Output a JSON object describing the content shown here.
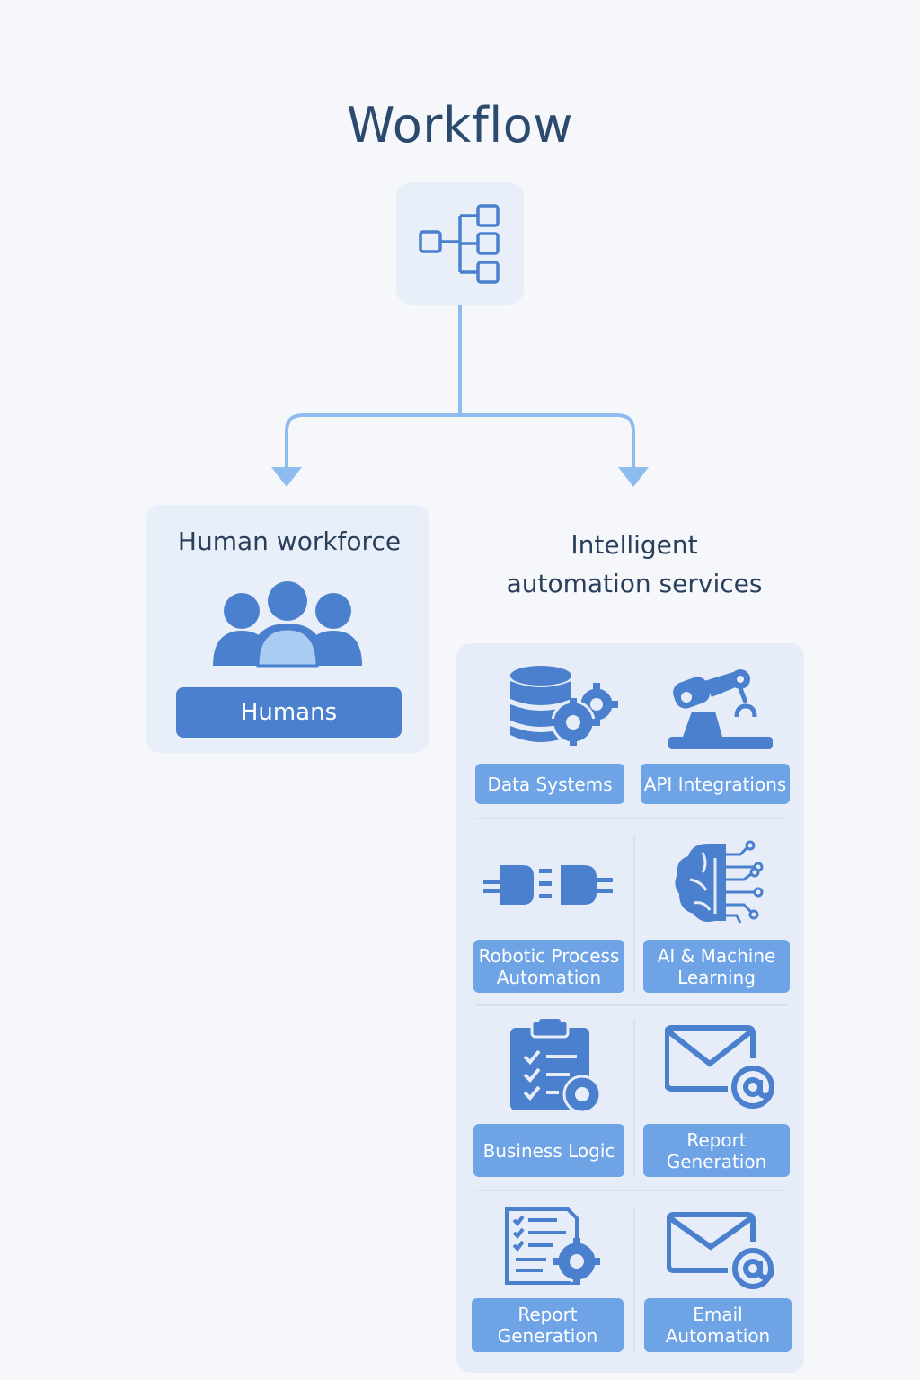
{
  "title": "Workflow",
  "root": {
    "icon": "workflow-icon"
  },
  "human": {
    "title": "Human workforce",
    "icon": "people-group-icon",
    "button_label": "Humans"
  },
  "automation": {
    "title": "Intelligent\nautomation services",
    "services": [
      {
        "label": "Data Systems",
        "icon": "database-gear-icon"
      },
      {
        "label": "API Integrations",
        "icon": "robotic-arm-icon"
      },
      {
        "label": "Robotic Process\nAutomation",
        "icon": "plug-connector-icon"
      },
      {
        "label": "AI & Machine\nLearning",
        "icon": "ai-brain-icon"
      },
      {
        "label": "Business Logic",
        "icon": "clipboard-gear-icon"
      },
      {
        "label": "Report\nGeneration",
        "icon": "email-at-icon"
      },
      {
        "label": "Report\nGeneration",
        "icon": "document-gear-icon"
      },
      {
        "label": "Email\nAutomation",
        "icon": "email-at-icon"
      }
    ]
  },
  "colors": {
    "background": "#f6f7fb",
    "panel": "#e9eff9",
    "icon_blue": "#4a80cd",
    "label_blue": "#6ea3e6",
    "connector": "#8fbcef",
    "text": "#2a3f5c"
  }
}
